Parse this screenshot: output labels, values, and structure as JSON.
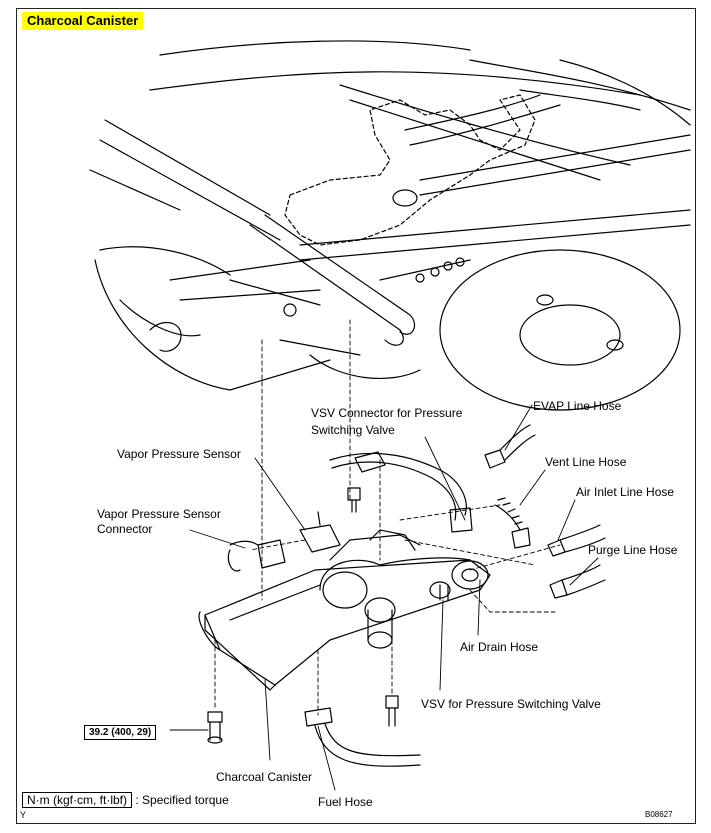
{
  "title": "Charcoal Canister",
  "labels": {
    "vsv_connector_line1": "VSV Connector for Pressure",
    "vsv_connector_line2": "Switching Valve",
    "evap_line_hose": "EVAP Line Hose",
    "vapor_pressure_sensor": "Vapor Pressure Sensor",
    "vent_line_hose": "Vent Line Hose",
    "air_inlet_line_hose": "Air Inlet Line Hose",
    "vapor_sensor_connector_line1": "Vapor Pressure Sensor",
    "vapor_sensor_connector_line2": "Connector",
    "purge_line_hose": "Purge Line Hose",
    "air_drain_hose": "Air Drain Hose",
    "vsv_pressure_switching_valve": "VSV for Pressure Switching Valve",
    "charcoal_canister": "Charcoal Canister",
    "fuel_hose": "Fuel Hose"
  },
  "torque_spec": "39.2 (400, 29)",
  "legend": {
    "units": "N·m (kgf·cm, ft·lbf)",
    "text": ": Specified torque"
  },
  "corner_mark": "Y",
  "figure_id": "B08627"
}
